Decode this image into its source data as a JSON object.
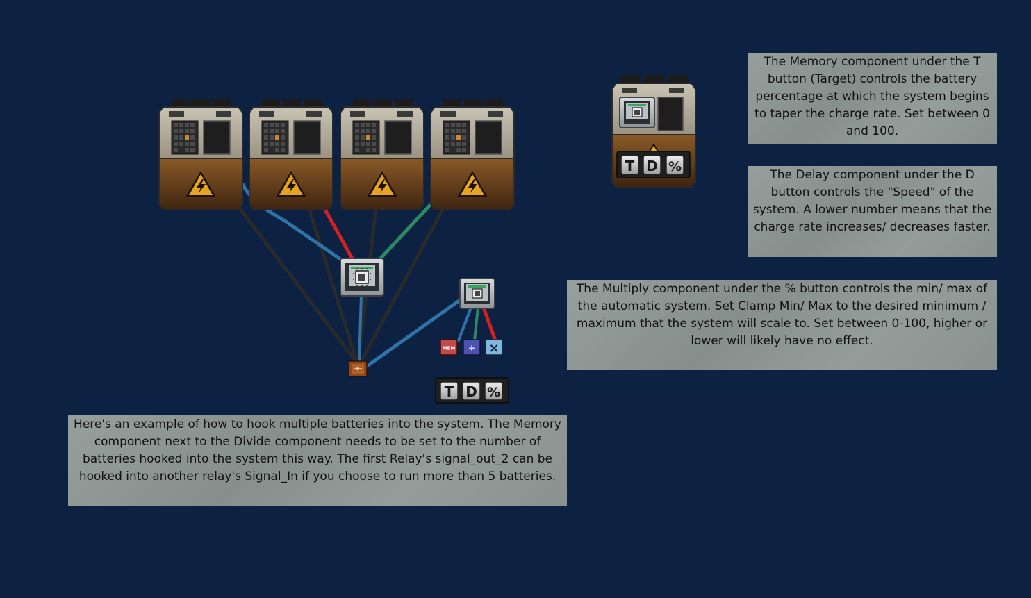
{
  "notes": {
    "main": "Here's an example of how to hook multiple batteries into the system. The Memory component next to the Divide component needs to be set to the number of batteries hooked into the system this way. The first Relay's signal_out_2 can be hooked into another relay's Signal_In  if you choose to run more than 5 batteries.",
    "memory": "The Memory component under the T button (Target) controls the battery percentage at which the system begins to taper the charge rate. Set between 0 and 100.",
    "delay": "The Delay component under the D button controls the \"Speed\" of the system. A lower number means that the charge rate increases/ decreases faster.",
    "multiply": "The Multiply component under the % button controls the min/ max of the automatic system. Set Clamp Min/ Max to the desired minimum / maximum that the system will scale to. Set between 0-100, higher or lower will likely have no effect."
  },
  "buttons": {
    "target": "T",
    "delay": "D",
    "multiply": "%"
  },
  "chips": {
    "memory": "MEM",
    "divide": "÷",
    "multiply": "×"
  },
  "colors": {
    "background": "#0d2143",
    "wire_blue": "#2f73a8",
    "wire_red": "#d42020",
    "wire_green": "#2b8a63",
    "wire_black": "#2a2a2a"
  }
}
